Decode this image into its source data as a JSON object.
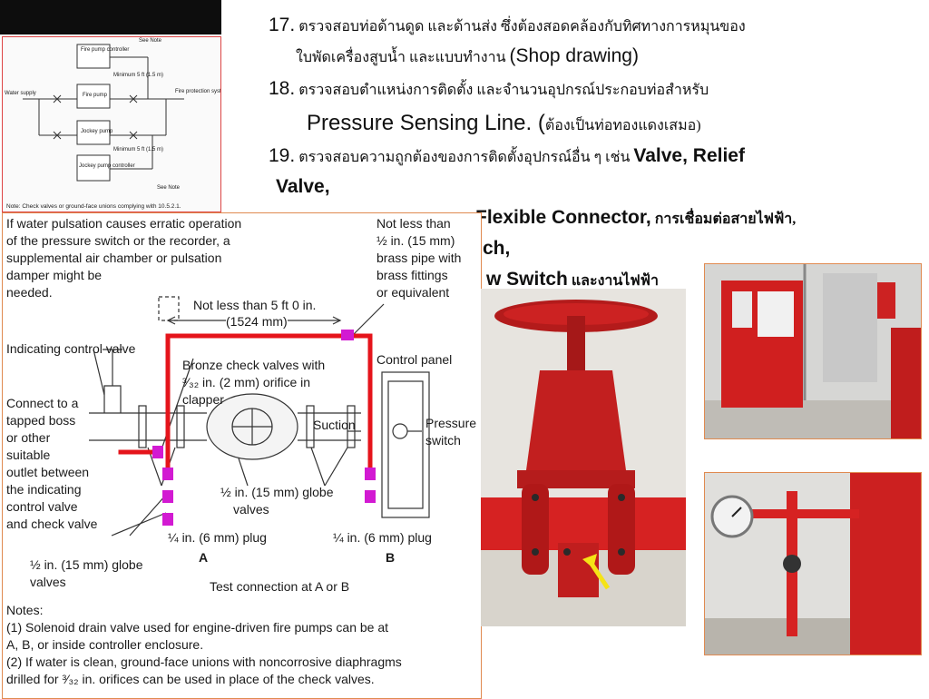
{
  "text_lines": {
    "l17_num": "17.",
    "l17_th": " ตรวจสอบท่อด้านดูด และด้านส่ง ซึ่งต้องสอดคล้องกับทิศทางการหมุนของ",
    "l17b_th": "ใบพัดเครื่องสูบน้ำ และแบบทำงาน ",
    "l17b_en": "(Shop drawing)",
    "l18_num": "18.",
    "l18_th": " ตรวจสอบตำแหน่งการติดตั้ง และจำนวนอุปกรณ์ประกอบท่อสำหรับ",
    "l18b_en": "Pressure  Sensing Line. (",
    "l18b_th": "ต้องเป็นท่อทองแดงเสมอ)",
    "l19_num": "19.",
    "l19_th": " ตรวจสอบความถูกต้องของการติดตั้งอุปกรณ์อื่น ๆ เช่น ",
    "l19_en": "Valve, Relief",
    "l19b_en": "Valve,",
    "l20_en": "Flexible Connector,",
    "l20_th": " การเชื่อมต่อสายไฟฟ้า,",
    "l21_en": "ch,",
    "l22_en": "w  Switch",
    "l22_th": " และงานไฟฟ้า"
  },
  "small_figure": {
    "labels": [
      "See Note",
      "Fire pump controller",
      "Minimum 5 ft (1.5 m)",
      "Fire pump",
      "Water supply",
      "Fire protection system",
      "Jockey pump",
      "Minimum 5 ft (1.5 m)",
      "Jockey pump controller",
      "See Note"
    ],
    "note": "Note: Check valves or ground-face unions complying with 10.5.2.1."
  },
  "main_figure": {
    "pulsation_note": [
      "If water pulsation causes erratic operation",
      "of the pressure switch or the recorder, a",
      "supplemental air chamber or pulsation",
      "damper might be",
      "needed."
    ],
    "brass_note": [
      "Not less than",
      "½ in. (15 mm)",
      "brass pipe with",
      "brass fittings",
      "or equivalent"
    ],
    "distance_label": [
      "Not less than 5 ft 0 in.",
      "(1524 mm)"
    ],
    "indicating_valve": "Indicating control valve",
    "bronze_check": [
      "Bronze check valves with",
      "³⁄₃₂ in. (2 mm) orifice in",
      "clapper"
    ],
    "control_panel": "Control panel",
    "suction": "Suction",
    "pressure_switch": [
      "Pressure",
      "switch"
    ],
    "connect_note": [
      "Connect to a",
      "tapped boss",
      "or other",
      "suitable",
      "outlet between",
      "the indicating",
      "control valve",
      "and check valve"
    ],
    "globe_right": [
      "½ in. (15 mm) globe",
      "valves"
    ],
    "plug_a": "¼ in. (6 mm) plug",
    "plug_b": "¼ in. (6 mm) plug",
    "label_a": "A",
    "label_b": "B",
    "globe_left": [
      "½ in. (15 mm) globe",
      "valves"
    ],
    "test_connection": "Test connection  at  A or B",
    "notes_title": "Notes:",
    "notes": [
      "(1)  Solenoid drain valve used for engine-driven fire pumps can be at",
      "      A, B, or inside controller enclosure.",
      "(2)  If water is clean, ground-face unions with noncorrosive diaphragms",
      "      drilled for ³⁄₃₂ in. orifices can be used in place of the check valves."
    ]
  },
  "colors": {
    "red_pipe": "#e5141b",
    "magenta_fitting": "#d21ad2",
    "arrow_yellow": "#f5e316",
    "frame_orange": "#e08a50"
  }
}
